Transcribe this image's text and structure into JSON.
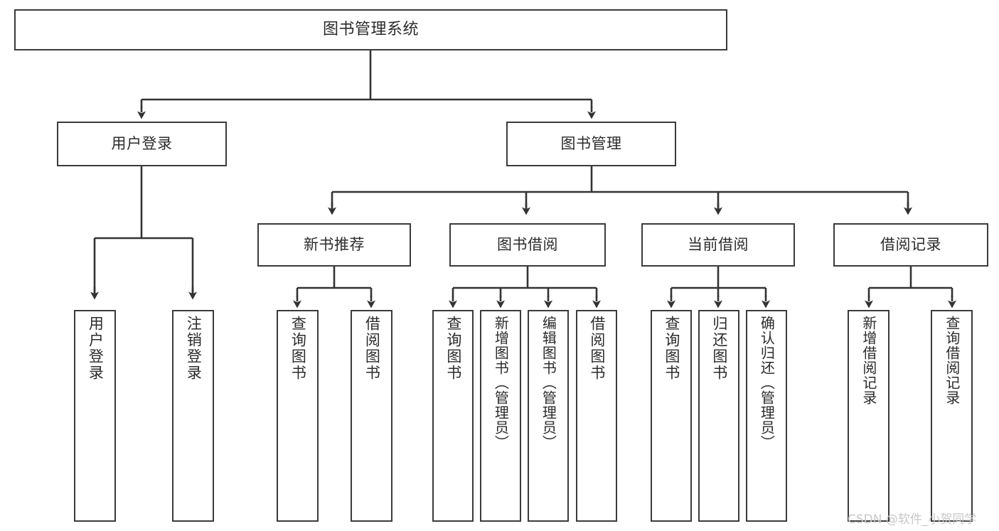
{
  "diagram": {
    "title": "图书管理系统",
    "root": {
      "id": "root",
      "label": "图书管理系统"
    },
    "level1": [
      {
        "id": "user-login",
        "label": "用户登录"
      },
      {
        "id": "book-manage",
        "label": "图书管理"
      }
    ],
    "level2": [
      {
        "id": "new-book-rec",
        "label": "新书推荐",
        "parent": "book-manage"
      },
      {
        "id": "book-borrow",
        "label": "图书借阅",
        "parent": "book-manage"
      },
      {
        "id": "current-borrow",
        "label": "当前借阅",
        "parent": "book-manage"
      },
      {
        "id": "borrow-record",
        "label": "借阅记录",
        "parent": "book-manage"
      }
    ],
    "leaves": [
      {
        "id": "leaf-user-login",
        "label": "用户登录",
        "parent": "user-login"
      },
      {
        "id": "leaf-user-logout",
        "label": "注销登录",
        "parent": "user-login"
      },
      {
        "id": "leaf-query-book-1",
        "label": "查询图书",
        "parent": "new-book-rec"
      },
      {
        "id": "leaf-borrow-book-1",
        "label": "借阅图书",
        "parent": "new-book-rec"
      },
      {
        "id": "leaf-query-book-2",
        "label": "查询图书",
        "parent": "book-borrow"
      },
      {
        "id": "leaf-add-book",
        "label": "新增图书（管理员）",
        "parent": "book-borrow"
      },
      {
        "id": "leaf-edit-book",
        "label": "编辑图书（管理员）",
        "parent": "book-borrow"
      },
      {
        "id": "leaf-borrow-book-2",
        "label": "借阅图书",
        "parent": "book-borrow"
      },
      {
        "id": "leaf-query-book-3",
        "label": "查询图书",
        "parent": "current-borrow"
      },
      {
        "id": "leaf-return-book",
        "label": "归还图书",
        "parent": "current-borrow"
      },
      {
        "id": "leaf-confirm-return",
        "label": "确认归还（管理员）",
        "parent": "current-borrow"
      },
      {
        "id": "leaf-add-record",
        "label": "新增借阅记录",
        "parent": "borrow-record"
      },
      {
        "id": "leaf-query-record",
        "label": "查询借阅记录",
        "parent": "borrow-record"
      }
    ],
    "colors": {
      "box_border": "#3b3b3b",
      "box_fill": "#ffffff",
      "text": "#2b2b2b",
      "edge": "#333333",
      "watermark": "#c8c8c8"
    }
  },
  "watermark": {
    "text": "CSDN @软件_小贺同学"
  }
}
